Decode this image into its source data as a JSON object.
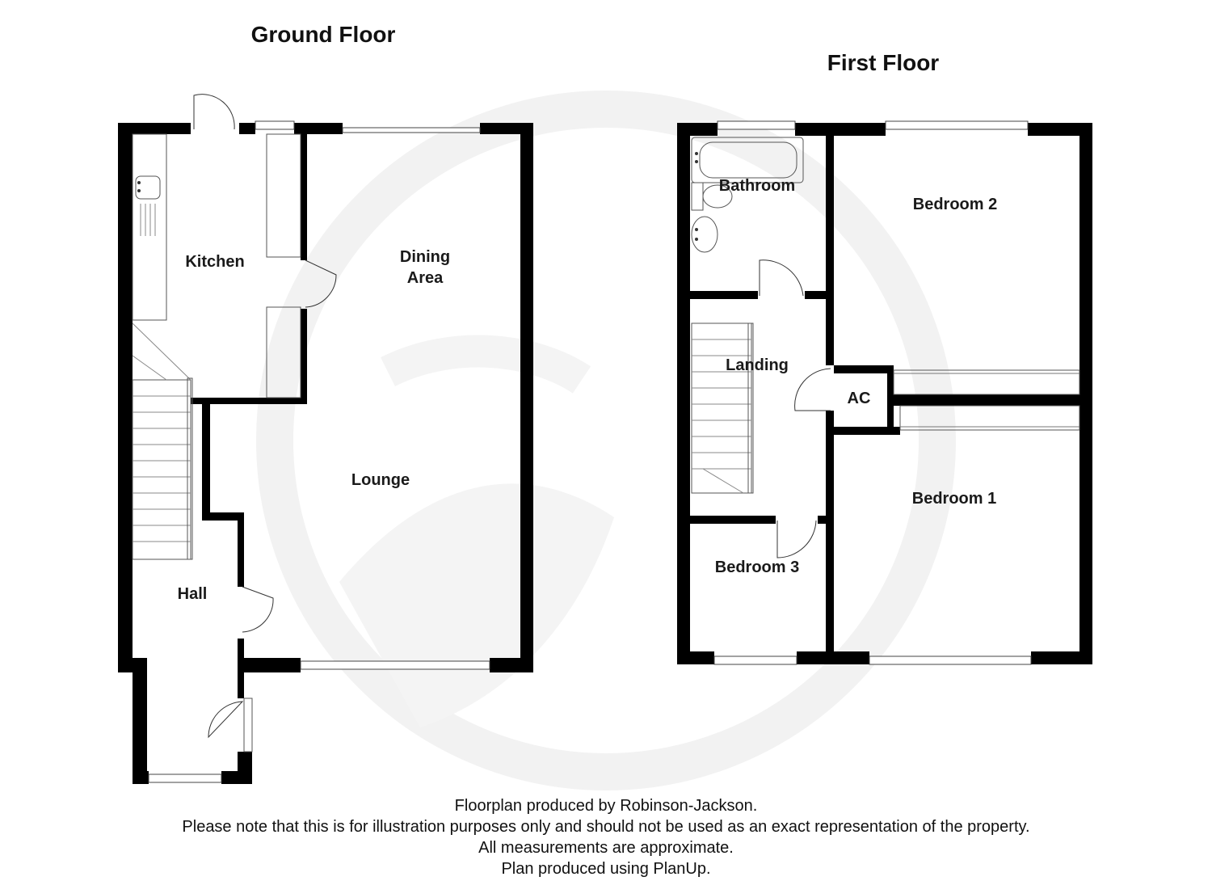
{
  "floors": {
    "ground": {
      "title": "Ground Floor",
      "rooms": {
        "kitchen": "Kitchen",
        "dining_line1": "Dining",
        "dining_line2": "Area",
        "lounge": "Lounge",
        "hall": "Hall"
      }
    },
    "first": {
      "title": "First Floor",
      "rooms": {
        "bathroom": "Bathroom",
        "bedroom2": "Bedroom 2",
        "landing": "Landing",
        "ac": "AC",
        "bedroom1": "Bedroom 1",
        "bedroom3": "Bedroom 3"
      }
    }
  },
  "footer": {
    "line1": "Floorplan produced by Robinson-Jackson.",
    "line2": "Please note that this is for illustration purposes only and should not be used as an exact representation of the property.",
    "line3": "All measurements are approximate.",
    "line4": "Plan produced using PlanUp."
  },
  "colors": {
    "wall": "#000000",
    "watermark": "#f2f2f2",
    "text": "#1a1a1a"
  }
}
